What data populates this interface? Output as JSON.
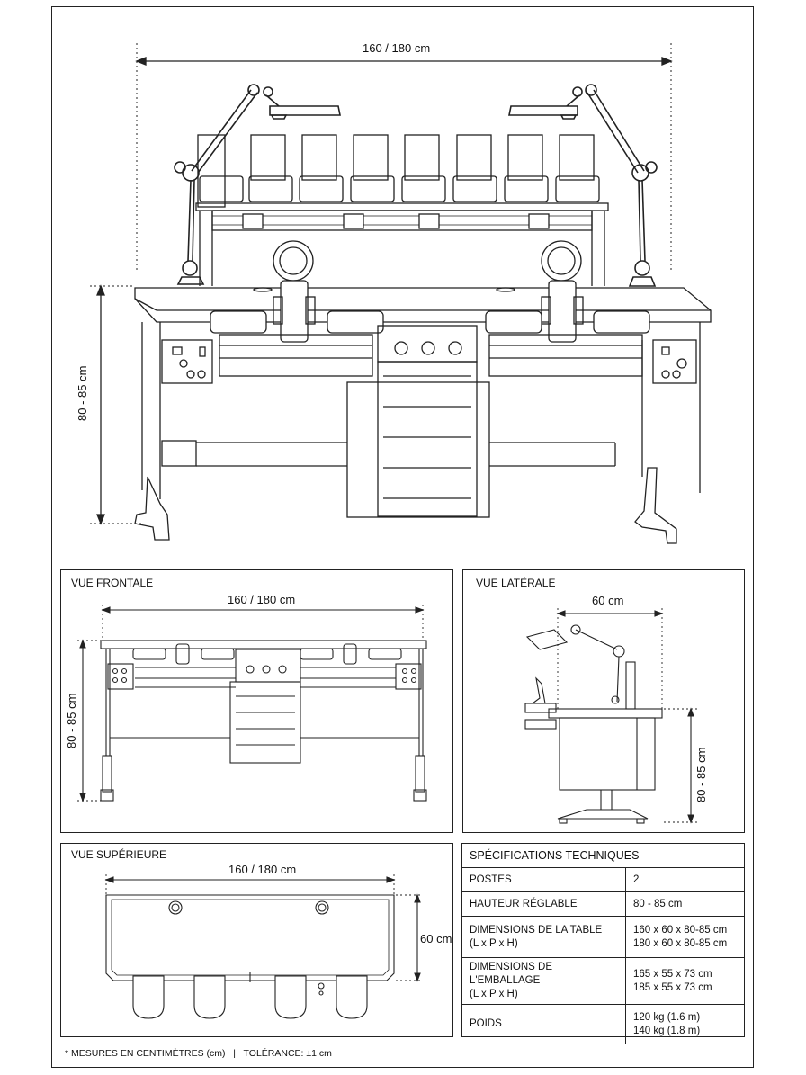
{
  "main": {
    "width_dim": "160 / 180 cm",
    "height_dim": "80 - 85 cm"
  },
  "front": {
    "title": "VUE FRONTALE",
    "width_dim": "160 / 180 cm",
    "height_dim": "80 - 85 cm"
  },
  "side": {
    "title": "VUE LATÉRALE",
    "depth_dim": "60 cm",
    "height_dim": "80 - 85 cm"
  },
  "top": {
    "title": "VUE SUPÉRIEURE",
    "width_dim": "160 / 180 cm",
    "depth_dim": "60 cm"
  },
  "specs": {
    "title": "SPÉCIFICATIONS TECHNIQUES",
    "rows": [
      {
        "label": "POSTES",
        "label2": "",
        "value": "2",
        "value2": ""
      },
      {
        "label": "HAUTEUR RÉGLABLE",
        "label2": "",
        "value": "80 - 85 cm",
        "value2": ""
      },
      {
        "label": "DIMENSIONS DE LA TABLE",
        "label2": "(L x P x H)",
        "value": "160 x 60 x 80-85 cm",
        "value2": "180 x 60 x 80-85 cm"
      },
      {
        "label": "DIMENSIONS DE L'EMBALLAGE",
        "label2": "(L x P x H)",
        "value": "165 x 55 x 73 cm",
        "value2": "185 x 55 x 73 cm"
      },
      {
        "label": "POIDS",
        "label2": "",
        "value": "120 kg (1.6 m)",
        "value2": "140 kg (1.8 m)"
      }
    ]
  },
  "footer": "* MESURES EN CENTIMÈTRES (cm)   |   TOLÉRANCE: ±1 cm"
}
